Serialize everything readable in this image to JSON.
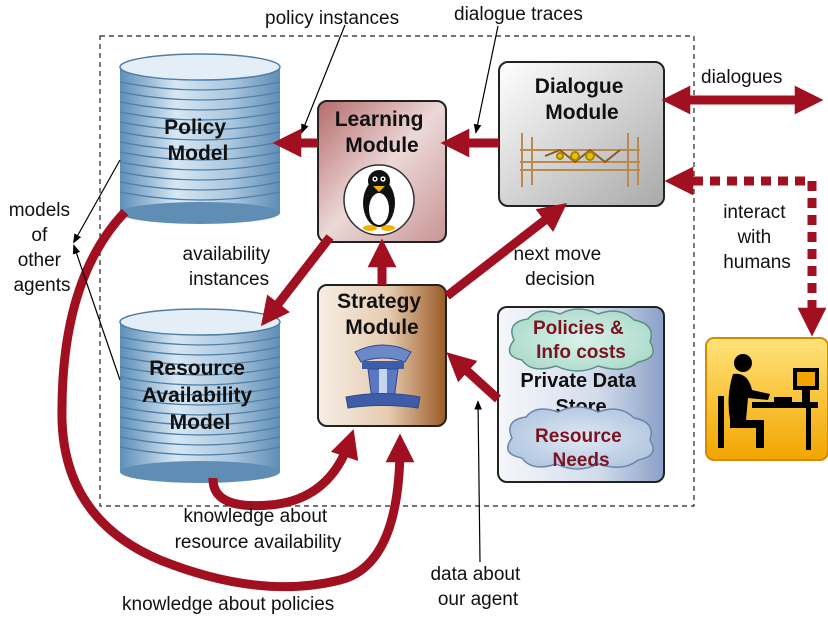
{
  "labels": {
    "policy_instances": "policy instances",
    "dialogue_traces": "dialogue traces",
    "dialogues": "dialogues",
    "models_of_other_agents": [
      "models",
      "of",
      "other",
      "agents"
    ],
    "availability_instances": [
      "availability",
      "instances"
    ],
    "next_move_decision": [
      "next move",
      "decision"
    ],
    "interact_with_humans": [
      "interact",
      "with",
      "humans"
    ],
    "knowledge_resource_availability": [
      "knowledge about",
      "resource availability"
    ],
    "knowledge_policies": "knowledge about policies",
    "data_about_agent": [
      "data about",
      "our agent"
    ]
  },
  "modules": {
    "policy_model": [
      "Policy",
      "Model"
    ],
    "resource_model": [
      "Resource",
      "Availability",
      "Model"
    ],
    "learning_module": [
      "Learning",
      "Module"
    ],
    "strategy_module": [
      "Strategy",
      "Module"
    ],
    "dialogue_module": [
      "Dialogue",
      "Module"
    ],
    "private_data_store": [
      "Private Data",
      "Store"
    ]
  },
  "clouds": {
    "policies_info_costs": [
      "Policies &",
      "Info costs"
    ],
    "resource_needs": [
      "Resource",
      "Needs"
    ]
  },
  "icons": [
    "penguin-icon",
    "control-tower-icon",
    "dialogue-trace-icon",
    "human-at-computer-icon"
  ],
  "colors": {
    "arrow": "#a01020",
    "learning_bg": "#c98c8c",
    "strategy_bg": "#b37a45",
    "storage": "#7ea8c8"
  }
}
